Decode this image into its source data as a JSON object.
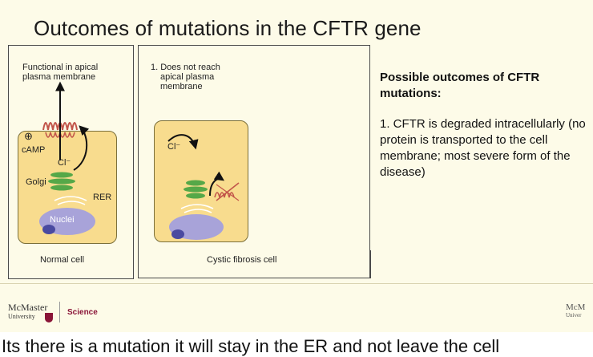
{
  "slide": {
    "title": "Outcomes of mutations in the CFTR gene",
    "panel_left": {
      "heading_line1": "Functional in apical",
      "heading_line2": "plasma membrane",
      "labels": {
        "camp": "cAMP",
        "cl": "Cl⁻",
        "golgi": "Golgi",
        "rer": "RER",
        "nuclei": "Nuclei",
        "plus": "⊕"
      },
      "caption": "Normal cell"
    },
    "panel_middle": {
      "heading_line1": "1. Does not reach",
      "heading_line2": "apical plasma",
      "heading_line3": "membrane",
      "labels": {
        "cl": "Cl⁻"
      },
      "caption": "Cystic fibrosis cell"
    },
    "outcomes": {
      "heading": "Possible outcomes of CFTR mutations:",
      "item1": "1. CFTR is degraded intracellularly (no protein is transported to the cell membrane; most severe form of the disease)"
    },
    "footer": {
      "logo_name": "McMaster",
      "logo_sub": "University",
      "department": "Science",
      "logo_right_name": "McM",
      "logo_right_sub": "Univer"
    }
  },
  "subtitle": "Its there is a mutation it will stay in the ER and not leave the cell",
  "colors": {
    "slide_bg": "#fdfbe8",
    "cell_fill": "#f8dc8e",
    "golgi_green": "#55a848",
    "nucleus_purple": "#a8a3d9",
    "cftr_red": "#c2554a",
    "mcmaster_maroon": "#8a1538"
  }
}
